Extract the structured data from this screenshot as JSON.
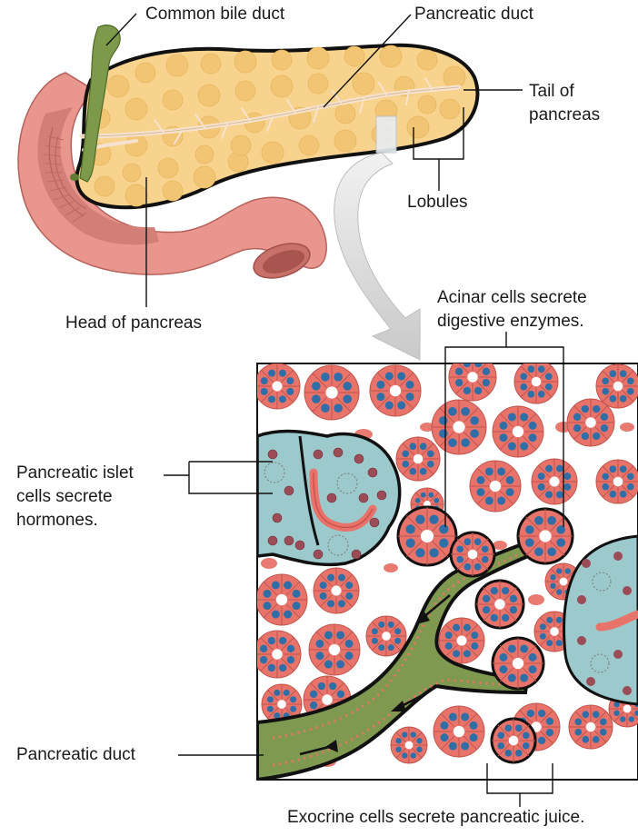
{
  "labels": {
    "common_bile_duct": "Common bile duct",
    "pancreatic_duct_top": "Pancreatic duct",
    "tail_line1": "Tail of",
    "tail_line2": "pancreas",
    "lobules": "Lobules",
    "head_of_pancreas": "Head of pancreas",
    "acinar_line1": "Acinar cells secrete",
    "acinar_line2": "digestive enzymes.",
    "islet_line1": "Pancreatic islet",
    "islet_line2": "cells secrete",
    "islet_line3": "hormones.",
    "pancreatic_duct_bottom": "Pancreatic duct",
    "exocrine": "Exocrine cells secrete pancreatic juice."
  },
  "colors": {
    "pancreas_fill": "#f7d38d",
    "pancreas_lobule": "#f1c574",
    "duodenum": "#e9968f",
    "duodenum_dark": "#c7726c",
    "bile_duct": "#7c9a4a",
    "pancreatic_duct": "#f6e3cf",
    "acinar_cell": "#e8736a",
    "acinar_nucleus": "#2f6ea6",
    "duct_green": "#7f9a50",
    "islet_fill": "#9cc9cc",
    "islet_nucleus": "#9b4c56",
    "outline": "#111111"
  }
}
